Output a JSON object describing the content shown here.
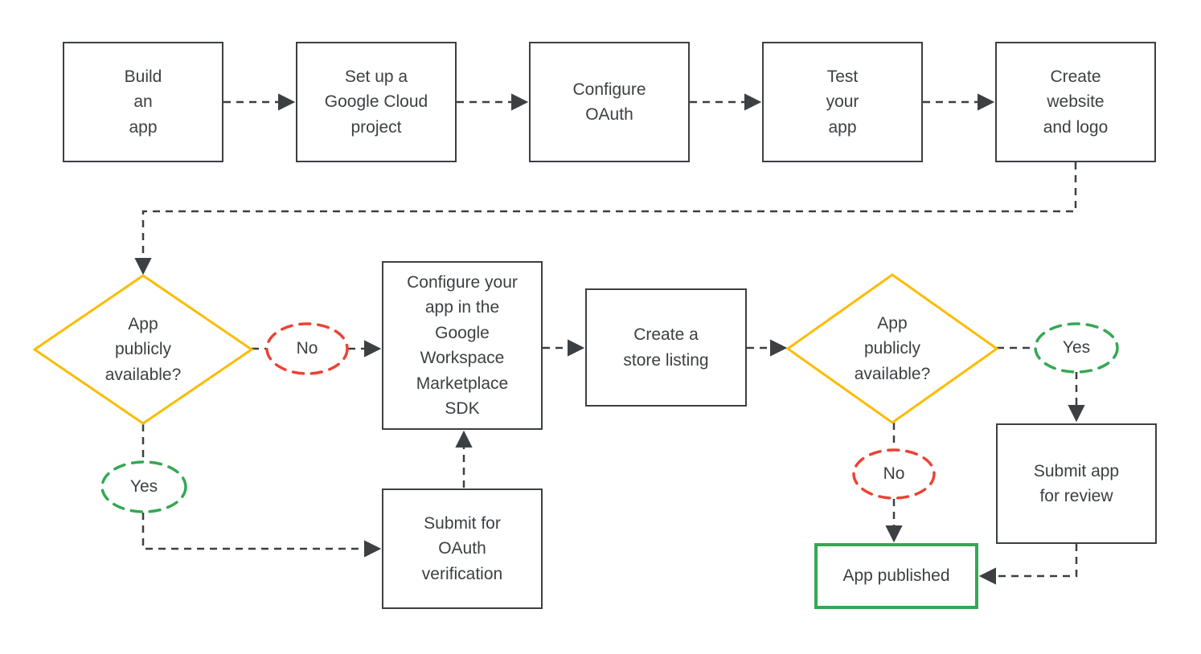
{
  "colors": {
    "outline": "#3C4043",
    "text": "#3C4043",
    "decision_border": "#FBBC04",
    "yes_border": "#34A853",
    "no_border": "#EA4335",
    "published_border": "#34A853",
    "node_fill": "#FFFFFF",
    "background": "#FFFFFF"
  },
  "nodes": {
    "build_app": {
      "label": "Build\nan\napp"
    },
    "setup_project": {
      "label": "Set up a\nGoogle Cloud\nproject"
    },
    "configure_oauth": {
      "label": "Configure\nOAuth"
    },
    "test_app": {
      "label": "Test\nyour\napp"
    },
    "create_website": {
      "label": "Create\nwebsite\nand logo"
    },
    "decision_public_1": {
      "label": "App\npublicly\navailable?"
    },
    "no_1": {
      "label": "No"
    },
    "yes_1": {
      "label": "Yes"
    },
    "configure_sdk": {
      "label": "Configure your\napp in the\nGoogle\nWorkspace\nMarketplace\nSDK"
    },
    "submit_oauth": {
      "label": "Submit for\nOAuth\nverification"
    },
    "store_listing": {
      "label": "Create a\nstore listing"
    },
    "decision_public_2": {
      "label": "App\npublicly\navailable?"
    },
    "yes_2": {
      "label": "Yes"
    },
    "no_2": {
      "label": "No"
    },
    "submit_review": {
      "label": "Submit app\nfor review"
    },
    "app_published": {
      "label": "App published"
    }
  }
}
